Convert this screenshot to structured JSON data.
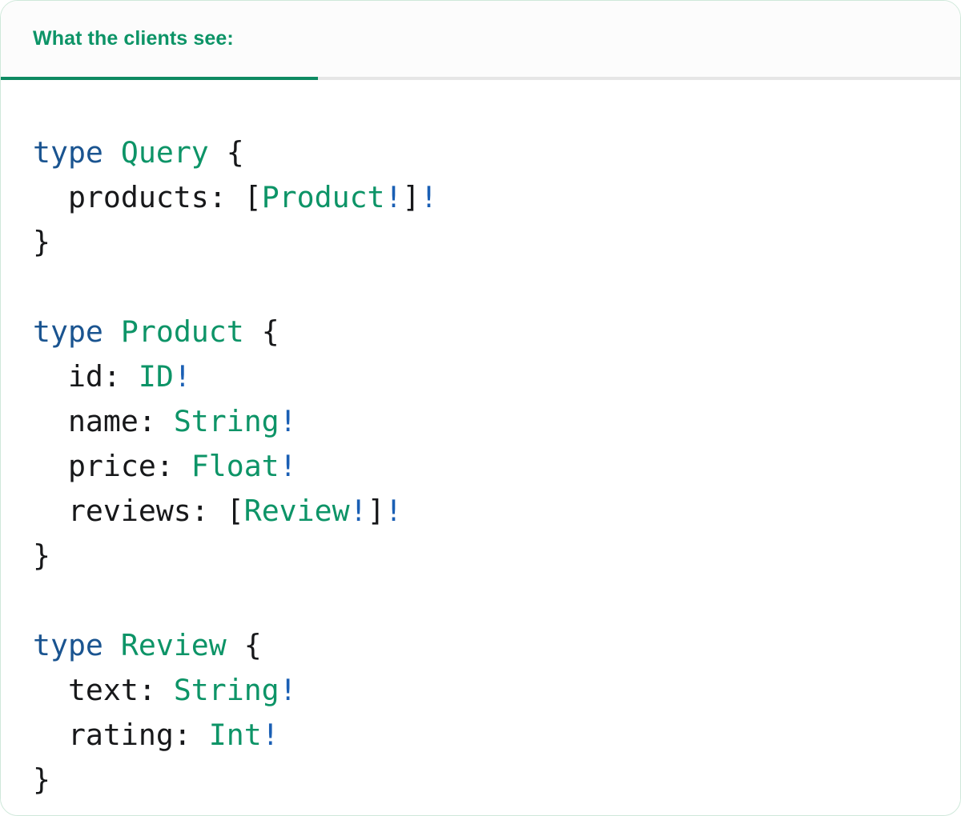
{
  "card": {
    "border_color": "#cfe8da",
    "background": "#ffffff"
  },
  "header": {
    "active_tab_label": "What the clients see:",
    "accent_color": "#0d9467",
    "underline_color": "#0e8a62",
    "strip_background": "#fcfcfc",
    "strip_border_color": "#e6e6e6"
  },
  "code": {
    "language": "graphql",
    "colors": {
      "keyword": "#1a5490",
      "type": "#0d9467",
      "punctuation": "#17181a",
      "field": "#17181a",
      "non_null_bang": "#1a5fb4"
    },
    "lines": [
      {
        "id": "line-1",
        "text": "type Query {",
        "tokens": [
          {
            "t": "type",
            "c": "kw"
          },
          {
            "t": " ",
            "c": "punct"
          },
          {
            "t": "Query",
            "c": "type"
          },
          {
            "t": " {",
            "c": "punct"
          }
        ]
      },
      {
        "id": "line-2",
        "text": "  products: [Product!]!",
        "tokens": [
          {
            "t": "  ",
            "c": "punct"
          },
          {
            "t": "products",
            "c": "field"
          },
          {
            "t": ": ",
            "c": "punct"
          },
          {
            "t": "[",
            "c": "punct"
          },
          {
            "t": "Product",
            "c": "type"
          },
          {
            "t": "!",
            "c": "bang"
          },
          {
            "t": "]",
            "c": "punct"
          },
          {
            "t": "!",
            "c": "bang"
          }
        ]
      },
      {
        "id": "line-3",
        "text": "}",
        "tokens": [
          {
            "t": "}",
            "c": "punct"
          }
        ]
      },
      {
        "id": "line-4",
        "text": "",
        "tokens": []
      },
      {
        "id": "line-5",
        "text": "type Product {",
        "tokens": [
          {
            "t": "type",
            "c": "kw"
          },
          {
            "t": " ",
            "c": "punct"
          },
          {
            "t": "Product",
            "c": "type"
          },
          {
            "t": " {",
            "c": "punct"
          }
        ]
      },
      {
        "id": "line-6",
        "text": "  id: ID!",
        "tokens": [
          {
            "t": "  ",
            "c": "punct"
          },
          {
            "t": "id",
            "c": "field"
          },
          {
            "t": ": ",
            "c": "punct"
          },
          {
            "t": "ID",
            "c": "type"
          },
          {
            "t": "!",
            "c": "bang"
          }
        ]
      },
      {
        "id": "line-7",
        "text": "  name: String!",
        "tokens": [
          {
            "t": "  ",
            "c": "punct"
          },
          {
            "t": "name",
            "c": "field"
          },
          {
            "t": ": ",
            "c": "punct"
          },
          {
            "t": "String",
            "c": "type"
          },
          {
            "t": "!",
            "c": "bang"
          }
        ]
      },
      {
        "id": "line-8",
        "text": "  price: Float!",
        "tokens": [
          {
            "t": "  ",
            "c": "punct"
          },
          {
            "t": "price",
            "c": "field"
          },
          {
            "t": ": ",
            "c": "punct"
          },
          {
            "t": "Float",
            "c": "type"
          },
          {
            "t": "!",
            "c": "bang"
          }
        ]
      },
      {
        "id": "line-9",
        "text": "  reviews: [Review!]!",
        "tokens": [
          {
            "t": "  ",
            "c": "punct"
          },
          {
            "t": "reviews",
            "c": "field"
          },
          {
            "t": ": ",
            "c": "punct"
          },
          {
            "t": "[",
            "c": "punct"
          },
          {
            "t": "Review",
            "c": "type"
          },
          {
            "t": "!",
            "c": "bang"
          },
          {
            "t": "]",
            "c": "punct"
          },
          {
            "t": "!",
            "c": "bang"
          }
        ]
      },
      {
        "id": "line-10",
        "text": "}",
        "tokens": [
          {
            "t": "}",
            "c": "punct"
          }
        ]
      },
      {
        "id": "line-11",
        "text": "",
        "tokens": []
      },
      {
        "id": "line-12",
        "text": "type Review {",
        "tokens": [
          {
            "t": "type",
            "c": "kw"
          },
          {
            "t": " ",
            "c": "punct"
          },
          {
            "t": "Review",
            "c": "type"
          },
          {
            "t": " {",
            "c": "punct"
          }
        ]
      },
      {
        "id": "line-13",
        "text": "  text: String!",
        "tokens": [
          {
            "t": "  ",
            "c": "punct"
          },
          {
            "t": "text",
            "c": "field"
          },
          {
            "t": ": ",
            "c": "punct"
          },
          {
            "t": "String",
            "c": "type"
          },
          {
            "t": "!",
            "c": "bang"
          }
        ]
      },
      {
        "id": "line-14",
        "text": "  rating: Int!",
        "tokens": [
          {
            "t": "  ",
            "c": "punct"
          },
          {
            "t": "rating",
            "c": "field"
          },
          {
            "t": ": ",
            "c": "punct"
          },
          {
            "t": "Int",
            "c": "type"
          },
          {
            "t": "!",
            "c": "bang"
          }
        ]
      },
      {
        "id": "line-15",
        "text": "}",
        "tokens": [
          {
            "t": "}",
            "c": "punct"
          }
        ]
      }
    ]
  }
}
